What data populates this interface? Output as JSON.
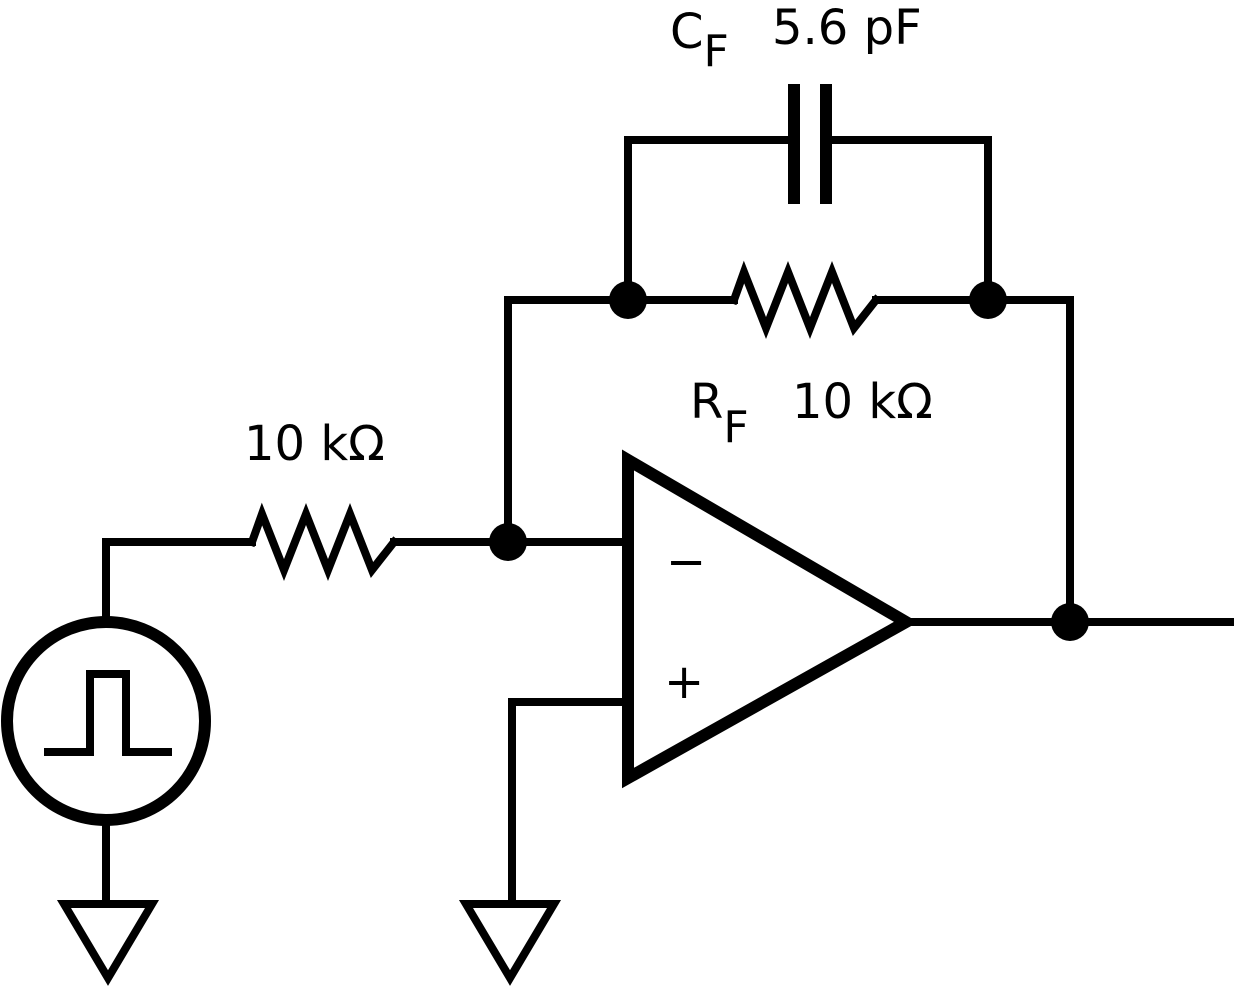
{
  "labels": {
    "cf_name": "C",
    "cf_sub": "F",
    "cf_value": "5.6 pF",
    "rf_name": "R",
    "rf_sub": "F",
    "rf_value": "10 kΩ",
    "rin_value": "10 kΩ",
    "inv_input": "−",
    "noninv_input": "+"
  }
}
